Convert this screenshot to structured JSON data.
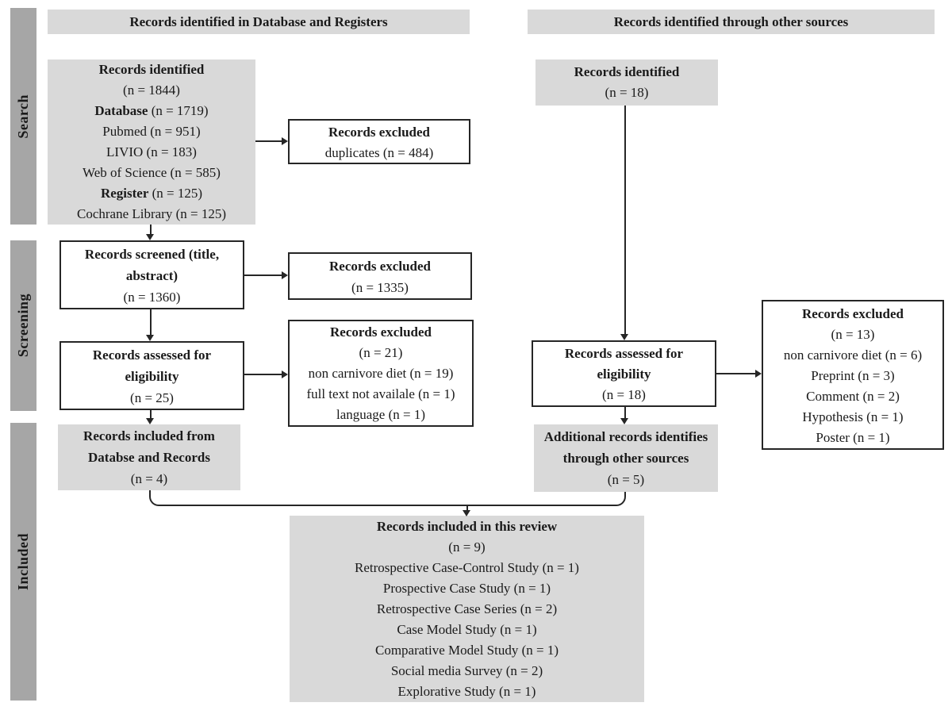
{
  "colors": {
    "box_gray": "#d9d9d9",
    "sidebar_gray": "#a6a6a6",
    "line": "#262626",
    "text": "#1a1a1a",
    "background": "#ffffff"
  },
  "headers": {
    "left": "Records identified in Database and Registers",
    "right": "Records identified through other sources"
  },
  "sidebar": {
    "stages": [
      "Search",
      "Screening",
      "Included"
    ]
  },
  "left_column": {
    "identified": {
      "title": "Records identified",
      "n": "(n = 1844)",
      "database_label": "Database",
      "database_n": " (n = 1719)",
      "pubmed": "Pubmed (n = 951)",
      "livio": "LIVIO (n = 183)",
      "web_of_science": "Web of Science (n = 585)",
      "register_label": "Register",
      "register_n": " (n = 125)",
      "cochrane": "Cochrane Library (n = 125)"
    },
    "excluded_duplicates": {
      "title": "Records excluded",
      "detail": "duplicates (n = 484)"
    },
    "screened": {
      "line1": "Records screened (title,",
      "line2": "abstract)",
      "n": "(n = 1360)"
    },
    "excluded_screening": {
      "title": "Records excluded",
      "n": "(n = 1335)"
    },
    "assessed": {
      "line1": "Records assessed for",
      "line2": "eligibility",
      "n": "(n = 25)"
    },
    "excluded_eligibility": {
      "title": "Records excluded",
      "n": "(n = 21)",
      "reasons": [
        "non carnivore diet (n = 19)",
        "full text not availale (n = 1)",
        "language (n = 1)"
      ]
    },
    "included": {
      "line1": "Records included from",
      "line2": "Databse and Records",
      "n": "(n = 4)"
    }
  },
  "right_column": {
    "identified": {
      "title": "Records identified",
      "n": "(n = 18)"
    },
    "assessed": {
      "line1": "Records assessed for",
      "line2": "eligibility",
      "n": "(n = 18)"
    },
    "excluded": {
      "title": "Records excluded",
      "n": "(n = 13)",
      "reasons": [
        "non carnivore diet (n = 6)",
        "Preprint (n = 3)",
        "Comment (n = 2)",
        "Hypothesis (n = 1)",
        "Poster (n = 1)"
      ]
    },
    "additional": {
      "line1": "Additional records identifies",
      "line2": "through other sources",
      "n": "(n = 5)"
    }
  },
  "review": {
    "title": "Records included in this review",
    "n": "(n = 9)",
    "studies": [
      "Retrospective Case-Control Study (n = 1)",
      "Prospective Case Study (n = 1)",
      "Retrospective Case Series (n = 2)",
      "Case Model Study (n = 1)",
      "Comparative Model Study (n = 1)",
      "Social media Survey (n = 2)",
      "Explorative Study (n = 1)"
    ]
  }
}
